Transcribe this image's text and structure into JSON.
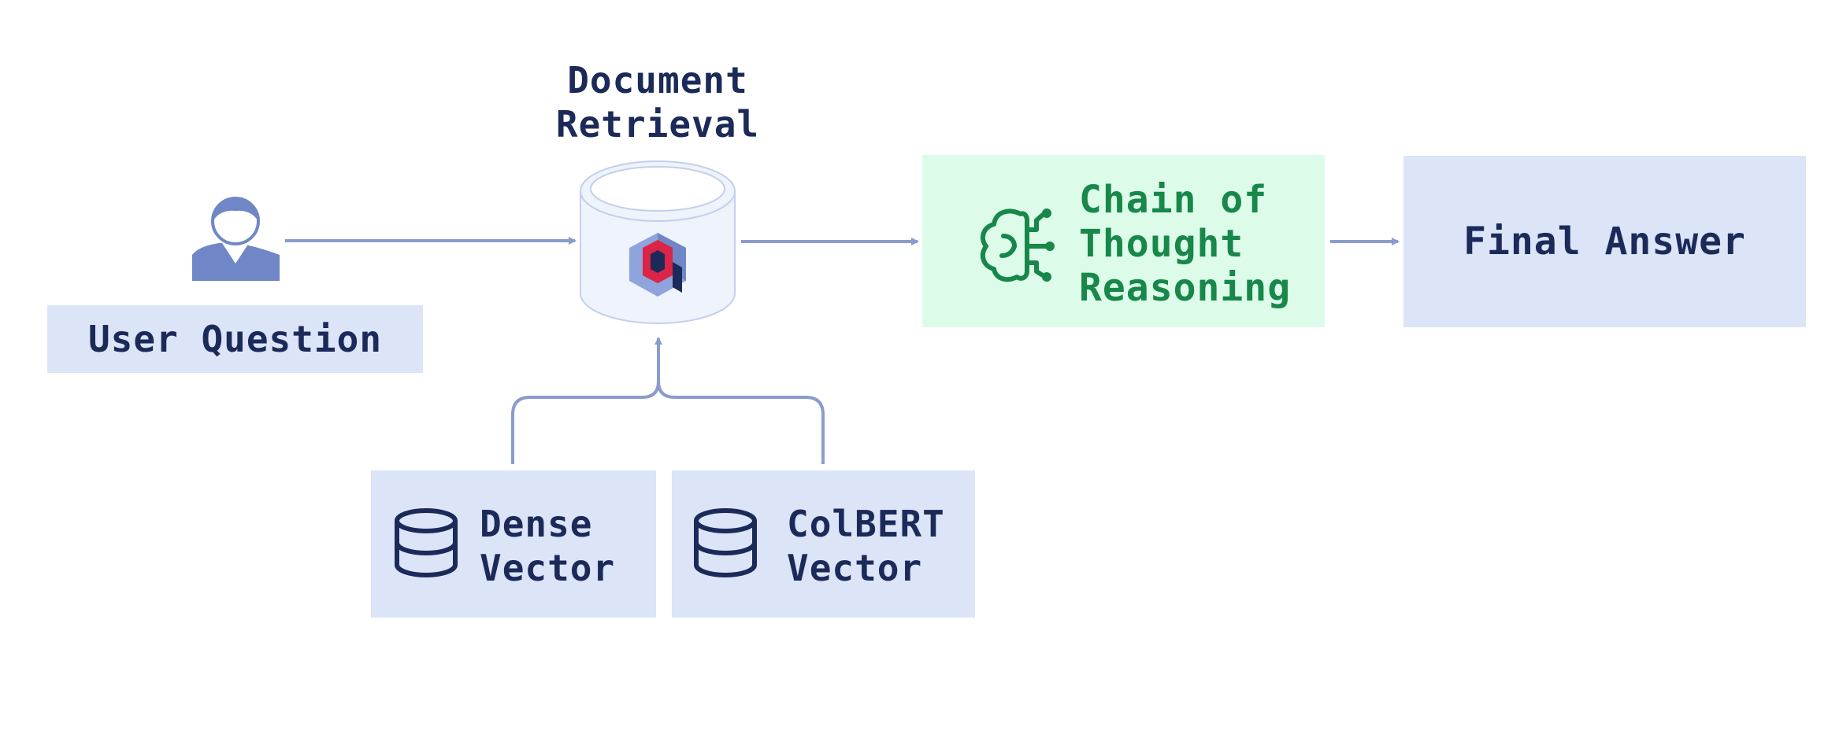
{
  "nodes": {
    "user_question": {
      "label": "User Question"
    },
    "document_retrieval": {
      "label": "Document\nRetrieval"
    },
    "chain_of_thought": {
      "label": "Chain of\nThought\nReasoning"
    },
    "final_answer": {
      "label": "Final Answer"
    },
    "dense_vector": {
      "label": "Dense\nVector"
    },
    "colbert_vector": {
      "label": "ColBERT\nVector"
    }
  },
  "colors": {
    "box_fill": "#dce4f7",
    "cot_fill": "#dcfbe9",
    "cot_text": "#17874a",
    "text": "#1b2a59",
    "arrow": "#8a9ccc",
    "person": "#6f86c7",
    "database_icon": "#1b2a59",
    "logo_red": "#dc2446",
    "logo_blue": "#6f86c7"
  },
  "icons": [
    "user-icon",
    "database-cylinder-icon",
    "qdrant-logo-icon",
    "brain-circuit-icon",
    "database-stack-icon"
  ]
}
